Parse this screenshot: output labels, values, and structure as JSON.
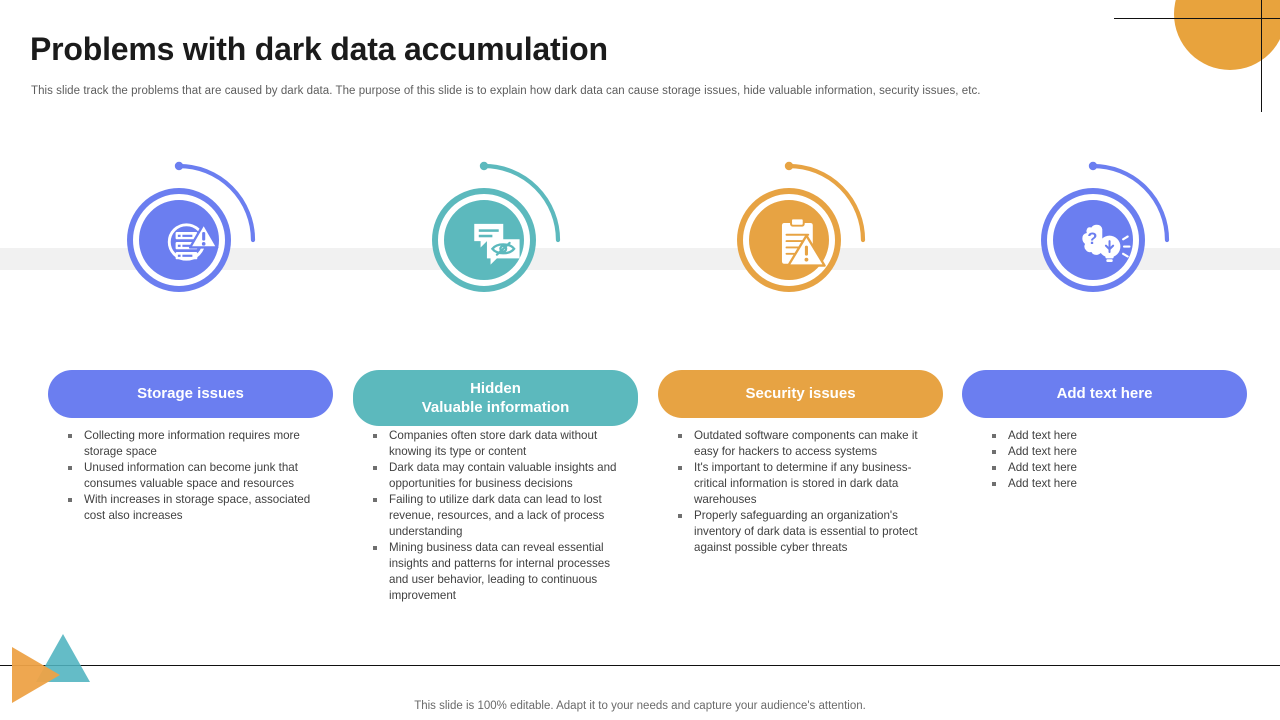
{
  "slide": {
    "title": "Problems with dark data accumulation",
    "subtitle": "This slide track the problems that are caused by dark data. The purpose of this slide is to explain how dark data can cause storage issues, hide valuable information, security issues, etc.",
    "footer": "This slide is 100% editable. Adapt it to your needs and capture your audience's attention."
  },
  "colors": {
    "blue": "#6b7ef0",
    "teal": "#5cb9bd",
    "orange": "#e7a343",
    "band_grey": "#f1f1f1",
    "text_dark": "#1b1b1b",
    "text_body": "#404040",
    "text_muted": "#5d5d5d"
  },
  "columns": [
    {
      "id": "storage-issues",
      "icon": "server-warning-icon",
      "color": "#6b7ef0",
      "heading_line1": "Storage issues",
      "heading_line2": "",
      "bullets": [
        "Collecting more information requires more storage space",
        "Unused information can become junk that consumes valuable space and resources",
        "With increases in storage space, associated cost also increases"
      ]
    },
    {
      "id": "hidden-valuable-information",
      "icon": "chat-eye-icon",
      "color": "#5cb9bd",
      "heading_line1": "Hidden",
      "heading_line2": "Valuable information",
      "bullets": [
        "Companies often store dark data without knowing its type or content",
        "Dark data may contain valuable insights and opportunities for business decisions",
        "Failing to utilize dark data can lead to lost revenue, resources, and a lack of process understanding",
        "Mining business data can reveal essential insights and patterns for internal processes and user behavior, leading to continuous improvement"
      ]
    },
    {
      "id": "security-issues",
      "icon": "clipboard-warning-icon",
      "color": "#e7a343",
      "heading_line1": "Security issues",
      "heading_line2": "",
      "bullets": [
        "Outdated software components can make it easy for hackers to access systems",
        "It's important to determine if any business-critical information is stored in dark data warehouses",
        "Properly safeguarding an organization's inventory of dark data is essential to protect against possible cyber threats"
      ]
    },
    {
      "id": "add-text-here",
      "icon": "brain-bulb-question-icon",
      "color": "#6b7ef0",
      "heading_line1": "Add text here",
      "heading_line2": "",
      "bullets": [
        "Add text here",
        "Add text here",
        "Add text here",
        "Add text here"
      ]
    }
  ]
}
